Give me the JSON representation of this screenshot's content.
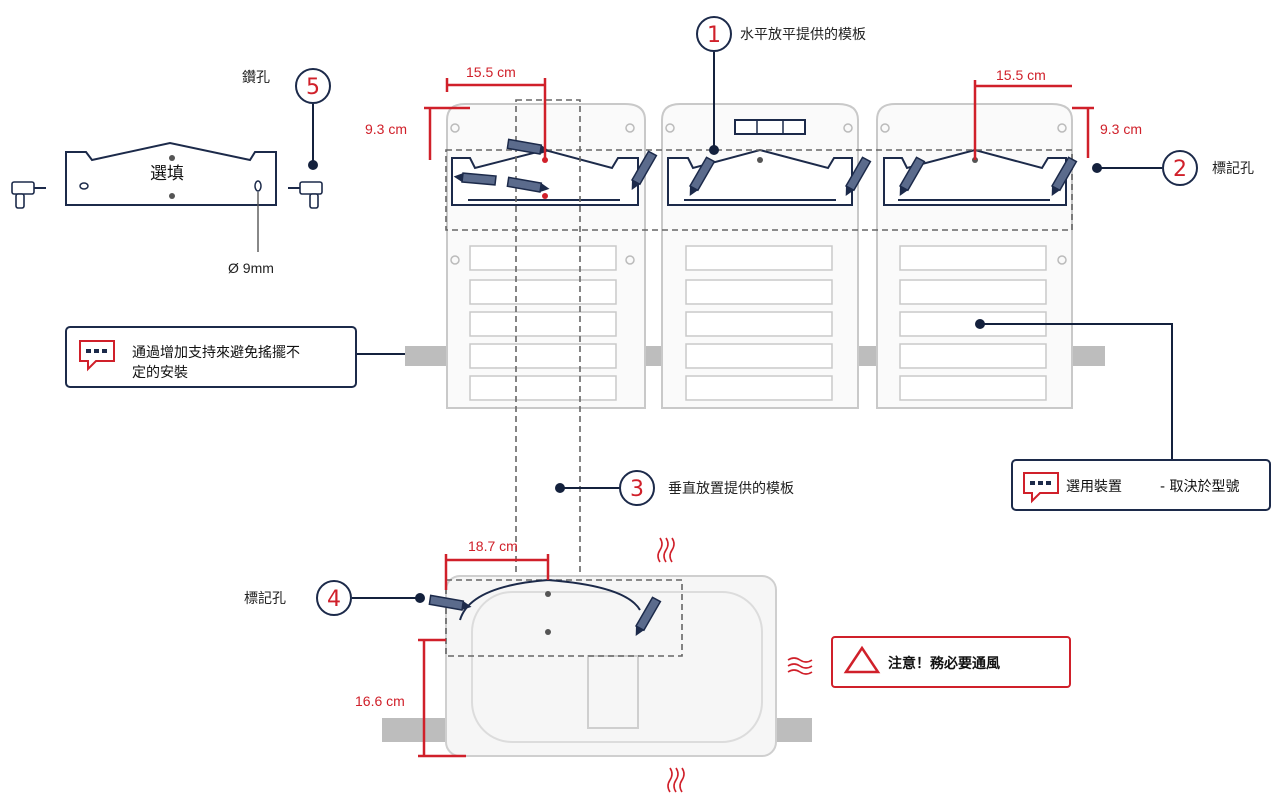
{
  "steps": [
    {
      "num": "1",
      "text": "水平放平提供的模板"
    },
    {
      "num": "2",
      "text": "標記孔"
    },
    {
      "num": "3",
      "text": "垂直放置提供的模板"
    },
    {
      "num": "4",
      "text": "標記孔"
    },
    {
      "num": "5",
      "text": "鑽孔"
    }
  ],
  "bracket": {
    "label": "選填",
    "hole": "Ø 9mm"
  },
  "dimensions": {
    "left_width": "15.5 cm",
    "left_height": "9.3 cm",
    "right_width": "15.5 cm",
    "right_height": "9.3 cm",
    "bottom_width": "18.7 cm",
    "bottom_height": "16.6 cm"
  },
  "callouts": {
    "support_line1": "通過增加支持來避免搖擺不",
    "support_line2": "定的安裝",
    "optional": "選用裝置",
    "depends": "- 取決於型號",
    "warning": "注意！務必要通風"
  },
  "colors": {
    "accent": "#d0202a",
    "navy": "#1c2a4a"
  }
}
